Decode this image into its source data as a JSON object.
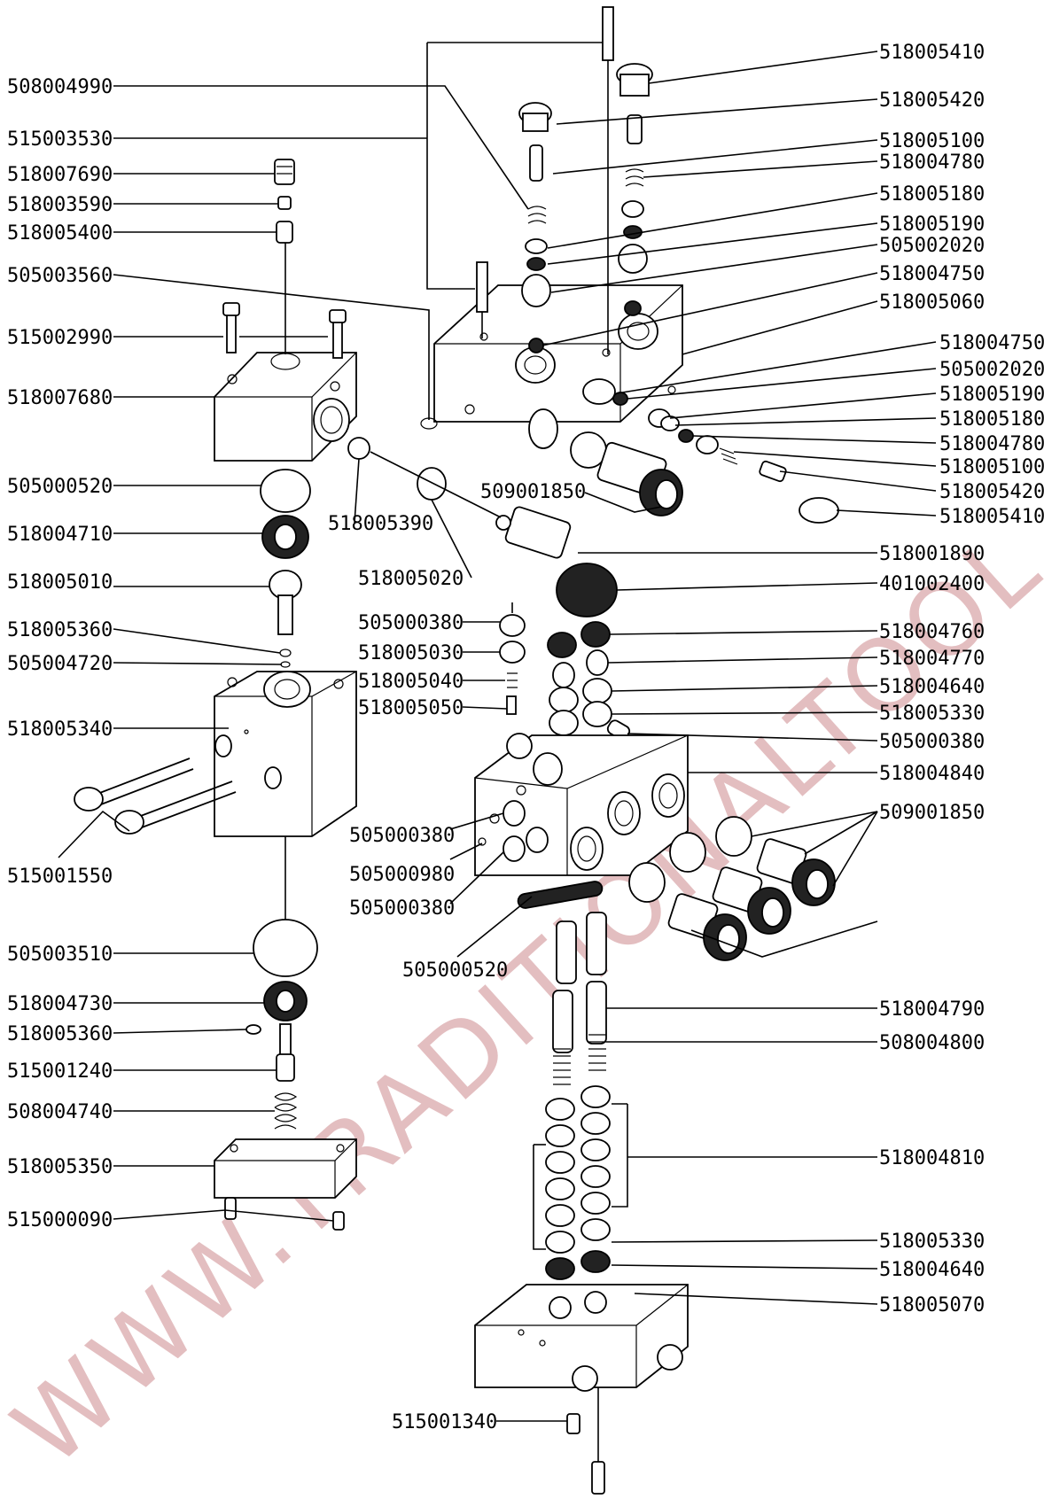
{
  "watermark": "WWW.TRADITIONALTOOL.CO",
  "labels": [
    {
      "id": "l-508004990",
      "text": "508004990",
      "side": "left"
    },
    {
      "id": "l-515003530",
      "text": "515003530",
      "side": "left"
    },
    {
      "id": "l-518007690",
      "text": "518007690",
      "side": "left"
    },
    {
      "id": "l-518003590",
      "text": "518003590",
      "side": "left"
    },
    {
      "id": "l-518005400",
      "text": "518005400",
      "side": "left"
    },
    {
      "id": "l-505003560",
      "text": "505003560",
      "side": "left"
    },
    {
      "id": "l-515002990",
      "text": "515002990",
      "side": "left"
    },
    {
      "id": "l-518007680",
      "text": "518007680",
      "side": "left"
    },
    {
      "id": "l-505000520a",
      "text": "505000520",
      "side": "left"
    },
    {
      "id": "l-518004710",
      "text": "518004710",
      "side": "left"
    },
    {
      "id": "l-518005010",
      "text": "518005010",
      "side": "left"
    },
    {
      "id": "l-518005360a",
      "text": "518005360",
      "side": "left"
    },
    {
      "id": "l-505004720",
      "text": "505004720",
      "side": "left"
    },
    {
      "id": "l-518005340",
      "text": "518005340",
      "side": "left"
    },
    {
      "id": "l-515001550",
      "text": "515001550",
      "side": "left"
    },
    {
      "id": "l-505003510",
      "text": "505003510",
      "side": "left"
    },
    {
      "id": "l-518004730",
      "text": "518004730",
      "side": "left"
    },
    {
      "id": "l-518005360b",
      "text": "518005360",
      "side": "left"
    },
    {
      "id": "l-515001240",
      "text": "515001240",
      "side": "left"
    },
    {
      "id": "l-508004740",
      "text": "508004740",
      "side": "left"
    },
    {
      "id": "l-518005350",
      "text": "518005350",
      "side": "left"
    },
    {
      "id": "l-515000090",
      "text": "515000090",
      "side": "left"
    },
    {
      "id": "l-518005390",
      "text": "518005390",
      "side": "center"
    },
    {
      "id": "l-518005020",
      "text": "518005020",
      "side": "center"
    },
    {
      "id": "l-509001850a",
      "text": "509001850",
      "side": "center"
    },
    {
      "id": "l-505000380a",
      "text": "505000380",
      "side": "center"
    },
    {
      "id": "l-518005030",
      "text": "518005030",
      "side": "center"
    },
    {
      "id": "l-518005040",
      "text": "518005040",
      "side": "center"
    },
    {
      "id": "l-518005050",
      "text": "518005050",
      "side": "center"
    },
    {
      "id": "l-505000380b",
      "text": "505000380",
      "side": "center"
    },
    {
      "id": "l-505000980",
      "text": "505000980",
      "side": "center"
    },
    {
      "id": "l-505000380c",
      "text": "505000380",
      "side": "center"
    },
    {
      "id": "l-505000520b",
      "text": "505000520",
      "side": "center"
    },
    {
      "id": "l-515001340",
      "text": "515001340",
      "side": "center"
    },
    {
      "id": "l-518005410a",
      "text": "518005410",
      "side": "right"
    },
    {
      "id": "l-518005420a",
      "text": "518005420",
      "side": "right"
    },
    {
      "id": "l-518005100a",
      "text": "518005100",
      "side": "right"
    },
    {
      "id": "l-518004780a",
      "text": "518004780",
      "side": "right"
    },
    {
      "id": "l-518005180a",
      "text": "518005180",
      "side": "right"
    },
    {
      "id": "l-518005190a",
      "text": "518005190",
      "side": "right"
    },
    {
      "id": "l-505002020a",
      "text": "505002020",
      "side": "right"
    },
    {
      "id": "l-518004750a",
      "text": "518004750",
      "side": "right"
    },
    {
      "id": "l-518005060",
      "text": "518005060",
      "side": "right"
    },
    {
      "id": "l-518004750b",
      "text": "518004750",
      "side": "right"
    },
    {
      "id": "l-505002020b",
      "text": "505002020",
      "side": "right"
    },
    {
      "id": "l-518005190b",
      "text": "518005190",
      "side": "right"
    },
    {
      "id": "l-518005180b",
      "text": "518005180",
      "side": "right"
    },
    {
      "id": "l-518004780b",
      "text": "518004780",
      "side": "right"
    },
    {
      "id": "l-518005100b",
      "text": "518005100",
      "side": "right"
    },
    {
      "id": "l-518005420b",
      "text": "518005420",
      "side": "right"
    },
    {
      "id": "l-518005410b",
      "text": "518005410",
      "side": "right"
    },
    {
      "id": "l-518001890",
      "text": "518001890",
      "side": "right"
    },
    {
      "id": "l-401002400",
      "text": "401002400",
      "side": "right"
    },
    {
      "id": "l-518004760",
      "text": "518004760",
      "side": "right"
    },
    {
      "id": "l-518004770",
      "text": "518004770",
      "side": "right"
    },
    {
      "id": "l-518004640a",
      "text": "518004640",
      "side": "right"
    },
    {
      "id": "l-518005330a",
      "text": "518005330",
      "side": "right"
    },
    {
      "id": "l-505000380d",
      "text": "505000380",
      "side": "right"
    },
    {
      "id": "l-518004840",
      "text": "518004840",
      "side": "right"
    },
    {
      "id": "l-509001850b",
      "text": "509001850",
      "side": "right"
    },
    {
      "id": "l-518004790",
      "text": "518004790",
      "side": "right"
    },
    {
      "id": "l-508004800",
      "text": "508004800",
      "side": "right"
    },
    {
      "id": "l-518004810",
      "text": "518004810",
      "side": "right"
    },
    {
      "id": "l-518005330b",
      "text": "518005330",
      "side": "right"
    },
    {
      "id": "l-518004640b",
      "text": "518004640",
      "side": "right"
    },
    {
      "id": "l-518005070",
      "text": "518005070",
      "side": "right"
    }
  ]
}
